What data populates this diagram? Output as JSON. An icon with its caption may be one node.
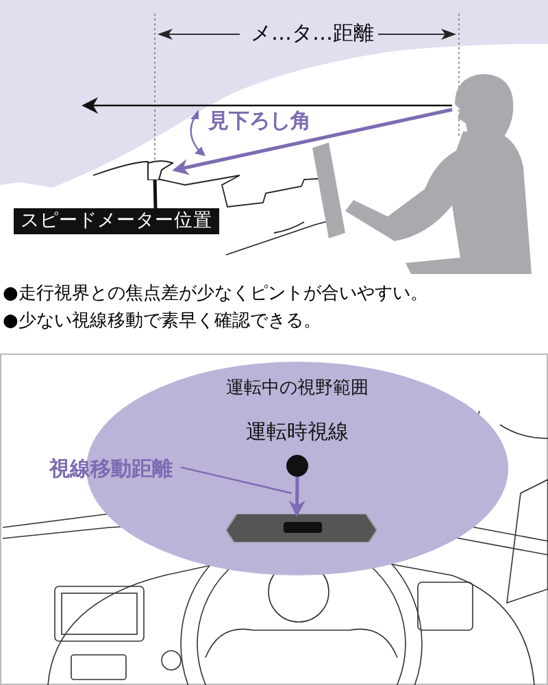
{
  "diagram": {
    "nodes": [
      {
        "text": [],
        "shape": "person"
      },
      {
        "text": [],
        "shape": "picture"
      },
      {
        "text": [
          "スピードメーター位置"
        ]
      },
      {
        "text": [
          "運転中の視野範囲"
        ]
      },
      {
        "text": [],
        "shape": "circle",
        "in": 3,
        "beside": [
          "運転時視線"
        ]
      },
      {
        "text": [],
        "shape": "box",
        "in": 3
      },
      {
        "text": [
          "視線移動距離"
        ]
      }
    ],
    "edges": [
      {
        "from": 0,
        "to": null,
        "arrow": "to",
        "color": "#111111"
      },
      {
        "from": 0,
        "to": 1,
        "arrow": "to"
      },
      {
        "from": 2,
        "to": 1,
        "arrow": "none",
        "color": "#111111"
      },
      {
        "from": 4,
        "to": 5,
        "arrow": "to"
      },
      {
        "from": 6,
        "to": null,
        "arrow": "none"
      }
    ],
    "labels": [
      "メ…タ…距離",
      "見下ろし角",
      "●走行視界との焦点差が少なくピントが合いやすい。",
      "●少ない視線移動で素早く確認できる。"
    ]
  }
}
